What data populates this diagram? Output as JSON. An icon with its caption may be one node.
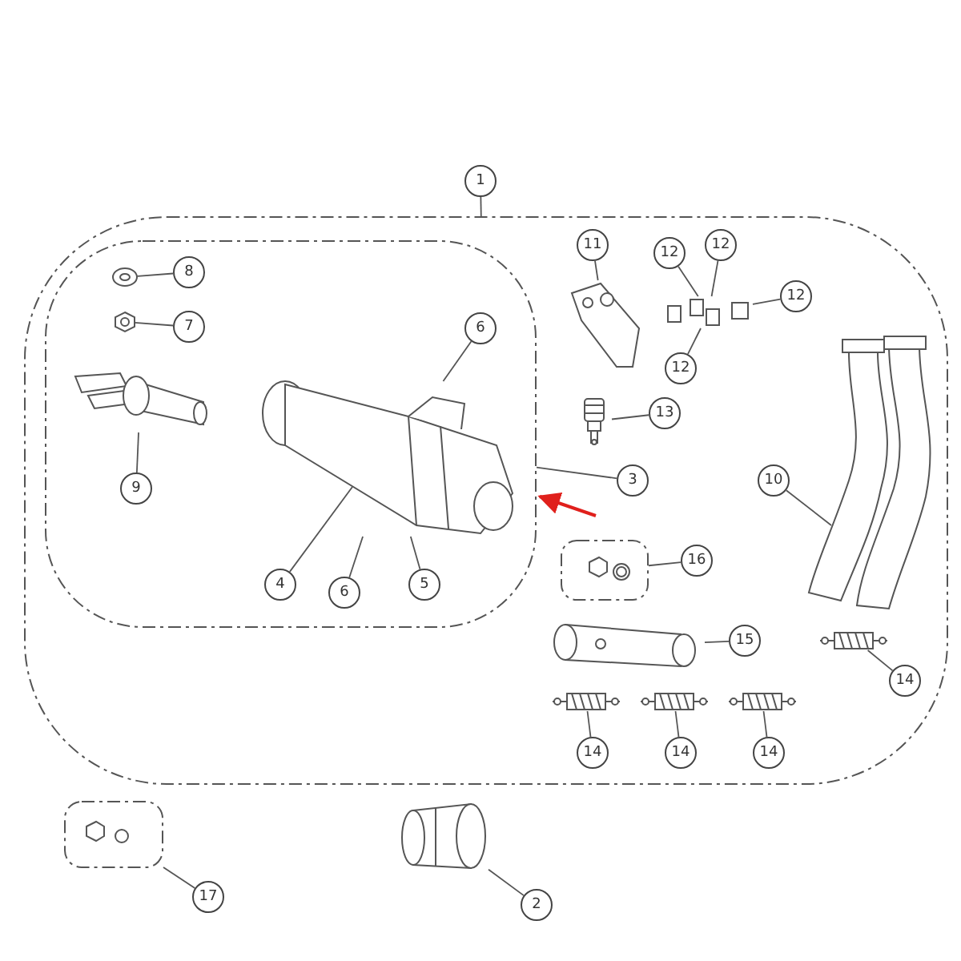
{
  "diagram": {
    "nodes": [
      {
        "text": [
          "1"
        ]
      },
      {
        "text": [],
        "shape": "cloud"
      },
      {
        "text": [
          "2"
        ]
      },
      {
        "text": [],
        "shape": "picture"
      },
      {
        "text": [
          "3"
        ],
        "in": 1
      },
      {
        "text": [],
        "shape": "cloud",
        "in": 1
      },
      {
        "text": [
          "4"
        ],
        "in": 5
      },
      {
        "text": [],
        "shape": "picture",
        "in": 5
      },
      {
        "text": [
          "5"
        ],
        "in": 5
      },
      {
        "text": [
          "6"
        ],
        "in": 5
      },
      {
        "text": [
          "6"
        ],
        "in": 5
      },
      {
        "text": [
          "7"
        ],
        "in": 5
      },
      {
        "text": [],
        "shape": "picture",
        "in": 5
      },
      {
        "text": [
          "8"
        ],
        "in": 5
      },
      {
        "text": [],
        "shape": "picture",
        "in": 5
      },
      {
        "text": [
          "9"
        ],
        "in": 5
      },
      {
        "text": [],
        "shape": "picture",
        "in": 5
      },
      {
        "text": [
          "10"
        ],
        "in": 1
      },
      {
        "text": [],
        "shape": "picture",
        "in": 1
      },
      {
        "text": [
          "11"
        ],
        "in": 1
      },
      {
        "text": [],
        "shape": "picture",
        "in": 1
      },
      {
        "text": [
          "12"
        ],
        "in": 1
      },
      {
        "text": [
          "12"
        ],
        "in": 1
      },
      {
        "text": [
          "12"
        ],
        "in": 1
      },
      {
        "text": [
          "12"
        ],
        "in": 1
      },
      {
        "text": [],
        "shape": "picture",
        "in": 1
      },
      {
        "text": [
          "13"
        ],
        "in": 1
      },
      {
        "text": [],
        "shape": "picture",
        "in": 1
      },
      {
        "text": [
          "14"
        ],
        "in": 1
      },
      {
        "text": [],
        "shape": "picture",
        "in": 1
      },
      {
        "text": [
          "14"
        ],
        "in": 1
      },
      {
        "text": [],
        "shape": "picture",
        "in": 1
      },
      {
        "text": [
          "14"
        ],
        "in": 1
      },
      {
        "text": [],
        "shape": "picture",
        "in": 1
      },
      {
        "text": [
          "14"
        ],
        "in": 1
      },
      {
        "text": [],
        "shape": "picture",
        "in": 1
      },
      {
        "text": [
          "15"
        ],
        "in": 1
      },
      {
        "text": [],
        "shape": "picture",
        "in": 1
      },
      {
        "text": [
          "16"
        ],
        "in": 1
      },
      {
        "text": [],
        "shape": "cloud",
        "in": 1
      },
      {
        "text": [
          "17"
        ]
      },
      {
        "text": [],
        "shape": "cloud"
      }
    ],
    "edges": [
      {
        "from": 0,
        "to": 1,
        "arrow": "none"
      },
      {
        "from": 2,
        "to": 3,
        "arrow": "none"
      },
      {
        "from": 4,
        "to": 5,
        "arrow": "none"
      },
      {
        "from": null,
        "to": 5,
        "arrow": "to",
        "color": "#e0201c"
      },
      {
        "from": 6,
        "to": 7,
        "arrow": "none"
      },
      {
        "from": 8,
        "to": 7,
        "arrow": "none"
      },
      {
        "from": 9,
        "to": 7,
        "arrow": "none"
      },
      {
        "from": 10,
        "to": 7,
        "arrow": "none"
      },
      {
        "from": 11,
        "to": 12,
        "arrow": "none"
      },
      {
        "from": 13,
        "to": 14,
        "arrow": "none"
      },
      {
        "from": 15,
        "to": 16,
        "arrow": "none"
      },
      {
        "from": 17,
        "to": 18,
        "arrow": "none"
      },
      {
        "from": 19,
        "to": 20,
        "arrow": "none"
      },
      {
        "from": 21,
        "to": 25,
        "arrow": "none"
      },
      {
        "from": 22,
        "to": 25,
        "arrow": "none"
      },
      {
        "from": 23,
        "to": 25,
        "arrow": "none"
      },
      {
        "from": 24,
        "to": 25,
        "arrow": "none"
      },
      {
        "from": 26,
        "to": 27,
        "arrow": "none"
      },
      {
        "from": 28,
        "to": 29,
        "arrow": "none"
      },
      {
        "from": 30,
        "to": 31,
        "arrow": "none"
      },
      {
        "from": 32,
        "to": 33,
        "arrow": "none"
      },
      {
        "from": 34,
        "to": 35,
        "arrow": "none"
      },
      {
        "from": 36,
        "to": 37,
        "arrow": "none"
      },
      {
        "from": 38,
        "to": 39,
        "arrow": "none"
      },
      {
        "from": 40,
        "to": 41,
        "arrow": "none"
      }
    ]
  }
}
